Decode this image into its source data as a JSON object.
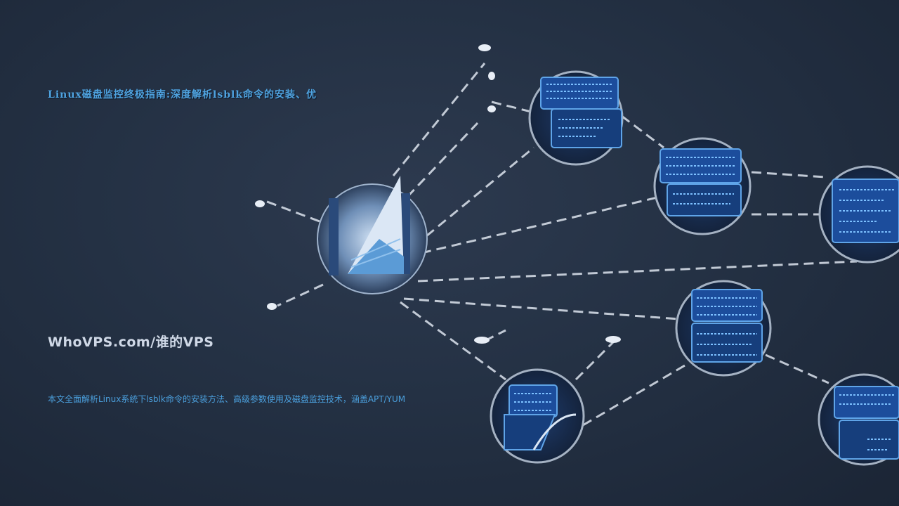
{
  "title": "Linux磁盘监控终极指南:深度解析lsblk命令的安装、优",
  "site": "WhoVPS.com/谁的VPS",
  "description": "本文全面解析Linux系统下lsblk命令的安装方法、高级参数使用及磁盘监控技术，涵盖APT/YUM",
  "colors": {
    "background": "#243144",
    "accent": "#4fa3e0",
    "line": "#dde4ee",
    "panel": "#1c4d9c"
  }
}
